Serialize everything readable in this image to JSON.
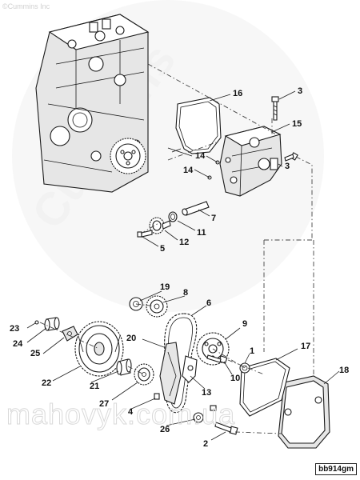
{
  "watermarks": {
    "copyright": "©Cummins Inc",
    "brand": "Cummins",
    "site": "mahovyk.com.ua"
  },
  "figure_id": "bb914gm",
  "callouts": [
    {
      "id": "c1",
      "text": "1"
    },
    {
      "id": "c2",
      "text": "2"
    },
    {
      "id": "c3a",
      "text": "3"
    },
    {
      "id": "c3b",
      "text": "3"
    },
    {
      "id": "c4",
      "text": "4"
    },
    {
      "id": "c5",
      "text": "5"
    },
    {
      "id": "c6",
      "text": "6"
    },
    {
      "id": "c7",
      "text": "7"
    },
    {
      "id": "c8",
      "text": "8"
    },
    {
      "id": "c9",
      "text": "9"
    },
    {
      "id": "c10",
      "text": "10"
    },
    {
      "id": "c11",
      "text": "11"
    },
    {
      "id": "c12",
      "text": "12"
    },
    {
      "id": "c13",
      "text": "13"
    },
    {
      "id": "c14a",
      "text": "14"
    },
    {
      "id": "c14b",
      "text": "14"
    },
    {
      "id": "c15",
      "text": "15"
    },
    {
      "id": "c16",
      "text": "16"
    },
    {
      "id": "c17",
      "text": "17"
    },
    {
      "id": "c18",
      "text": "18"
    },
    {
      "id": "c19",
      "text": "19"
    },
    {
      "id": "c20",
      "text": "20"
    },
    {
      "id": "c21",
      "text": "21"
    },
    {
      "id": "c22",
      "text": "22"
    },
    {
      "id": "c23",
      "text": "23"
    },
    {
      "id": "c24",
      "text": "24"
    },
    {
      "id": "c25",
      "text": "25"
    },
    {
      "id": "c26",
      "text": "26"
    },
    {
      "id": "c27",
      "text": "27"
    }
  ],
  "colors": {
    "line": "#1a1a1a",
    "watermark": "#f2f2f2",
    "background": "#ffffff"
  }
}
